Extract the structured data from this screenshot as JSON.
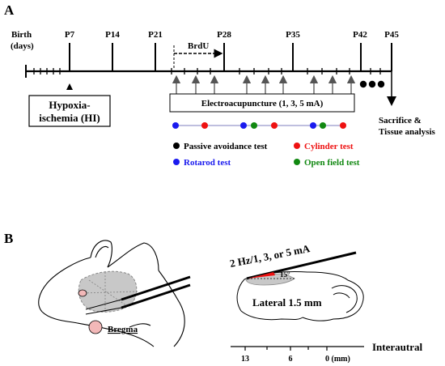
{
  "panelA": {
    "label": "A",
    "birth": "Birth",
    "days": "(days)",
    "timepoints": [
      "P7",
      "P14",
      "P21",
      "P28",
      "P35",
      "P42",
      "P45"
    ],
    "brdu": "BrdU",
    "electro": "Electroacupuncture (1, 3, 5 mA)",
    "hi_line1": "Hypoxia-",
    "hi_line2": "ischemia (HI)",
    "sac_line1": "Sacrifice &",
    "sac_line2": "Tissue analysis",
    "legend": [
      {
        "label": "Passive avoidance test",
        "color": "#000000"
      },
      {
        "label": "Cylinder test",
        "color": "#ee1111"
      },
      {
        "label": "Rotarod test",
        "color": "#1a1aee"
      },
      {
        "label": "Open field test",
        "color": "#118811"
      }
    ]
  },
  "panelB": {
    "label": "B",
    "stim": "2 Hz/1, 3, or 5 mA",
    "angle": "15°",
    "lateral": "Lateral 1.5 mm",
    "bregma": "Bregma",
    "interaural": "Interautral",
    "ticks": [
      "13",
      "6",
      "0 (mm)"
    ]
  },
  "colors": {
    "red": "#ee1111",
    "blue": "#1a1aee",
    "green": "#118811",
    "black": "#000000",
    "gray": "#c8c8c8",
    "pink": "#f2b8b8"
  }
}
